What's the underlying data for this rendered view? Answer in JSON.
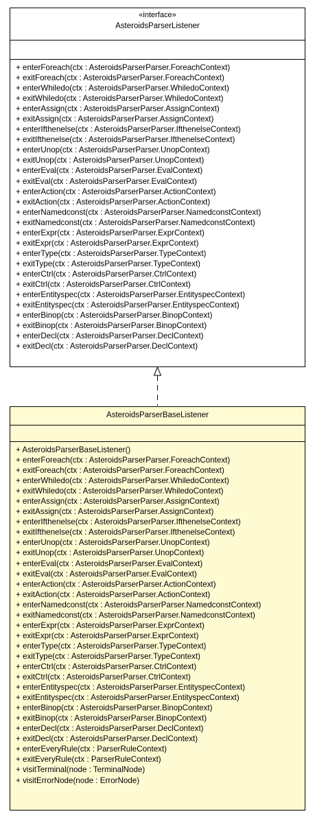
{
  "interface_class": {
    "stereotype": "«interface»",
    "name": "AsteroidsParserListener",
    "operations": [
      "+ enterForeach(ctx : AsteroidsParserParser.ForeachContext)",
      "+ exitForeach(ctx : AsteroidsParserParser.ForeachContext)",
      "+ enterWhiledo(ctx : AsteroidsParserParser.WhiledoContext)",
      "+ exitWhiledo(ctx : AsteroidsParserParser.WhiledoContext)",
      "+ enterAssign(ctx : AsteroidsParserParser.AssignContext)",
      "+ exitAssign(ctx : AsteroidsParserParser.AssignContext)",
      "+ enterIfthenelse(ctx : AsteroidsParserParser.IfthenelseContext)",
      "+ exitIfthenelse(ctx : AsteroidsParserParser.IfthenelseContext)",
      "+ enterUnop(ctx : AsteroidsParserParser.UnopContext)",
      "+ exitUnop(ctx : AsteroidsParserParser.UnopContext)",
      "+ enterEval(ctx : AsteroidsParserParser.EvalContext)",
      "+ exitEval(ctx : AsteroidsParserParser.EvalContext)",
      "+ enterAction(ctx : AsteroidsParserParser.ActionContext)",
      "+ exitAction(ctx : AsteroidsParserParser.ActionContext)",
      "+ enterNamedconst(ctx : AsteroidsParserParser.NamedconstContext)",
      "+ exitNamedconst(ctx : AsteroidsParserParser.NamedconstContext)",
      "+ enterExpr(ctx : AsteroidsParserParser.ExprContext)",
      "+ exitExpr(ctx : AsteroidsParserParser.ExprContext)",
      "+ enterType(ctx : AsteroidsParserParser.TypeContext)",
      "+ exitType(ctx : AsteroidsParserParser.TypeContext)",
      "+ enterCtrl(ctx : AsteroidsParserParser.CtrlContext)",
      "+ exitCtrl(ctx : AsteroidsParserParser.CtrlContext)",
      "+ enterEntityspec(ctx : AsteroidsParserParser.EntityspecContext)",
      "+ exitEntityspec(ctx : AsteroidsParserParser.EntityspecContext)",
      "+ enterBinop(ctx : AsteroidsParserParser.BinopContext)",
      "+ exitBinop(ctx : AsteroidsParserParser.BinopContext)",
      "+ enterDecl(ctx : AsteroidsParserParser.DeclContext)",
      "+ exitDecl(ctx : AsteroidsParserParser.DeclContext)"
    ]
  },
  "implementing_class": {
    "name": "AsteroidsParserBaseListener",
    "operations": [
      "+ AsteroidsParserBaseListener()",
      "+ enterForeach(ctx : AsteroidsParserParser.ForeachContext)",
      "+ exitForeach(ctx : AsteroidsParserParser.ForeachContext)",
      "+ enterWhiledo(ctx : AsteroidsParserParser.WhiledoContext)",
      "+ exitWhiledo(ctx : AsteroidsParserParser.WhiledoContext)",
      "+ enterAssign(ctx : AsteroidsParserParser.AssignContext)",
      "+ exitAssign(ctx : AsteroidsParserParser.AssignContext)",
      "+ enterIfthenelse(ctx : AsteroidsParserParser.IfthenelseContext)",
      "+ exitIfthenelse(ctx : AsteroidsParserParser.IfthenelseContext)",
      "+ enterUnop(ctx : AsteroidsParserParser.UnopContext)",
      "+ exitUnop(ctx : AsteroidsParserParser.UnopContext)",
      "+ enterEval(ctx : AsteroidsParserParser.EvalContext)",
      "+ exitEval(ctx : AsteroidsParserParser.EvalContext)",
      "+ enterAction(ctx : AsteroidsParserParser.ActionContext)",
      "+ exitAction(ctx : AsteroidsParserParser.ActionContext)",
      "+ enterNamedconst(ctx : AsteroidsParserParser.NamedconstContext)",
      "+ exitNamedconst(ctx : AsteroidsParserParser.NamedconstContext)",
      "+ enterExpr(ctx : AsteroidsParserParser.ExprContext)",
      "+ exitExpr(ctx : AsteroidsParserParser.ExprContext)",
      "+ enterType(ctx : AsteroidsParserParser.TypeContext)",
      "+ exitType(ctx : AsteroidsParserParser.TypeContext)",
      "+ enterCtrl(ctx : AsteroidsParserParser.CtrlContext)",
      "+ exitCtrl(ctx : AsteroidsParserParser.CtrlContext)",
      "+ enterEntityspec(ctx : AsteroidsParserParser.EntityspecContext)",
      "+ exitEntityspec(ctx : AsteroidsParserParser.EntityspecContext)",
      "+ enterBinop(ctx : AsteroidsParserParser.BinopContext)",
      "+ exitBinop(ctx : AsteroidsParserParser.BinopContext)",
      "+ enterDecl(ctx : AsteroidsParserParser.DeclContext)",
      "+ exitDecl(ctx : AsteroidsParserParser.DeclContext)",
      "+ enterEveryRule(ctx : ParserRuleContext)",
      "+ exitEveryRule(ctx : ParserRuleContext)",
      "+ visitTerminal(node : TerminalNode)",
      "+ visitErrorNode(node : ErrorNode)"
    ]
  },
  "colors": {
    "interface_fill": "#ffffff",
    "implementing_fill": "#fefbd3",
    "border": "#000000"
  }
}
